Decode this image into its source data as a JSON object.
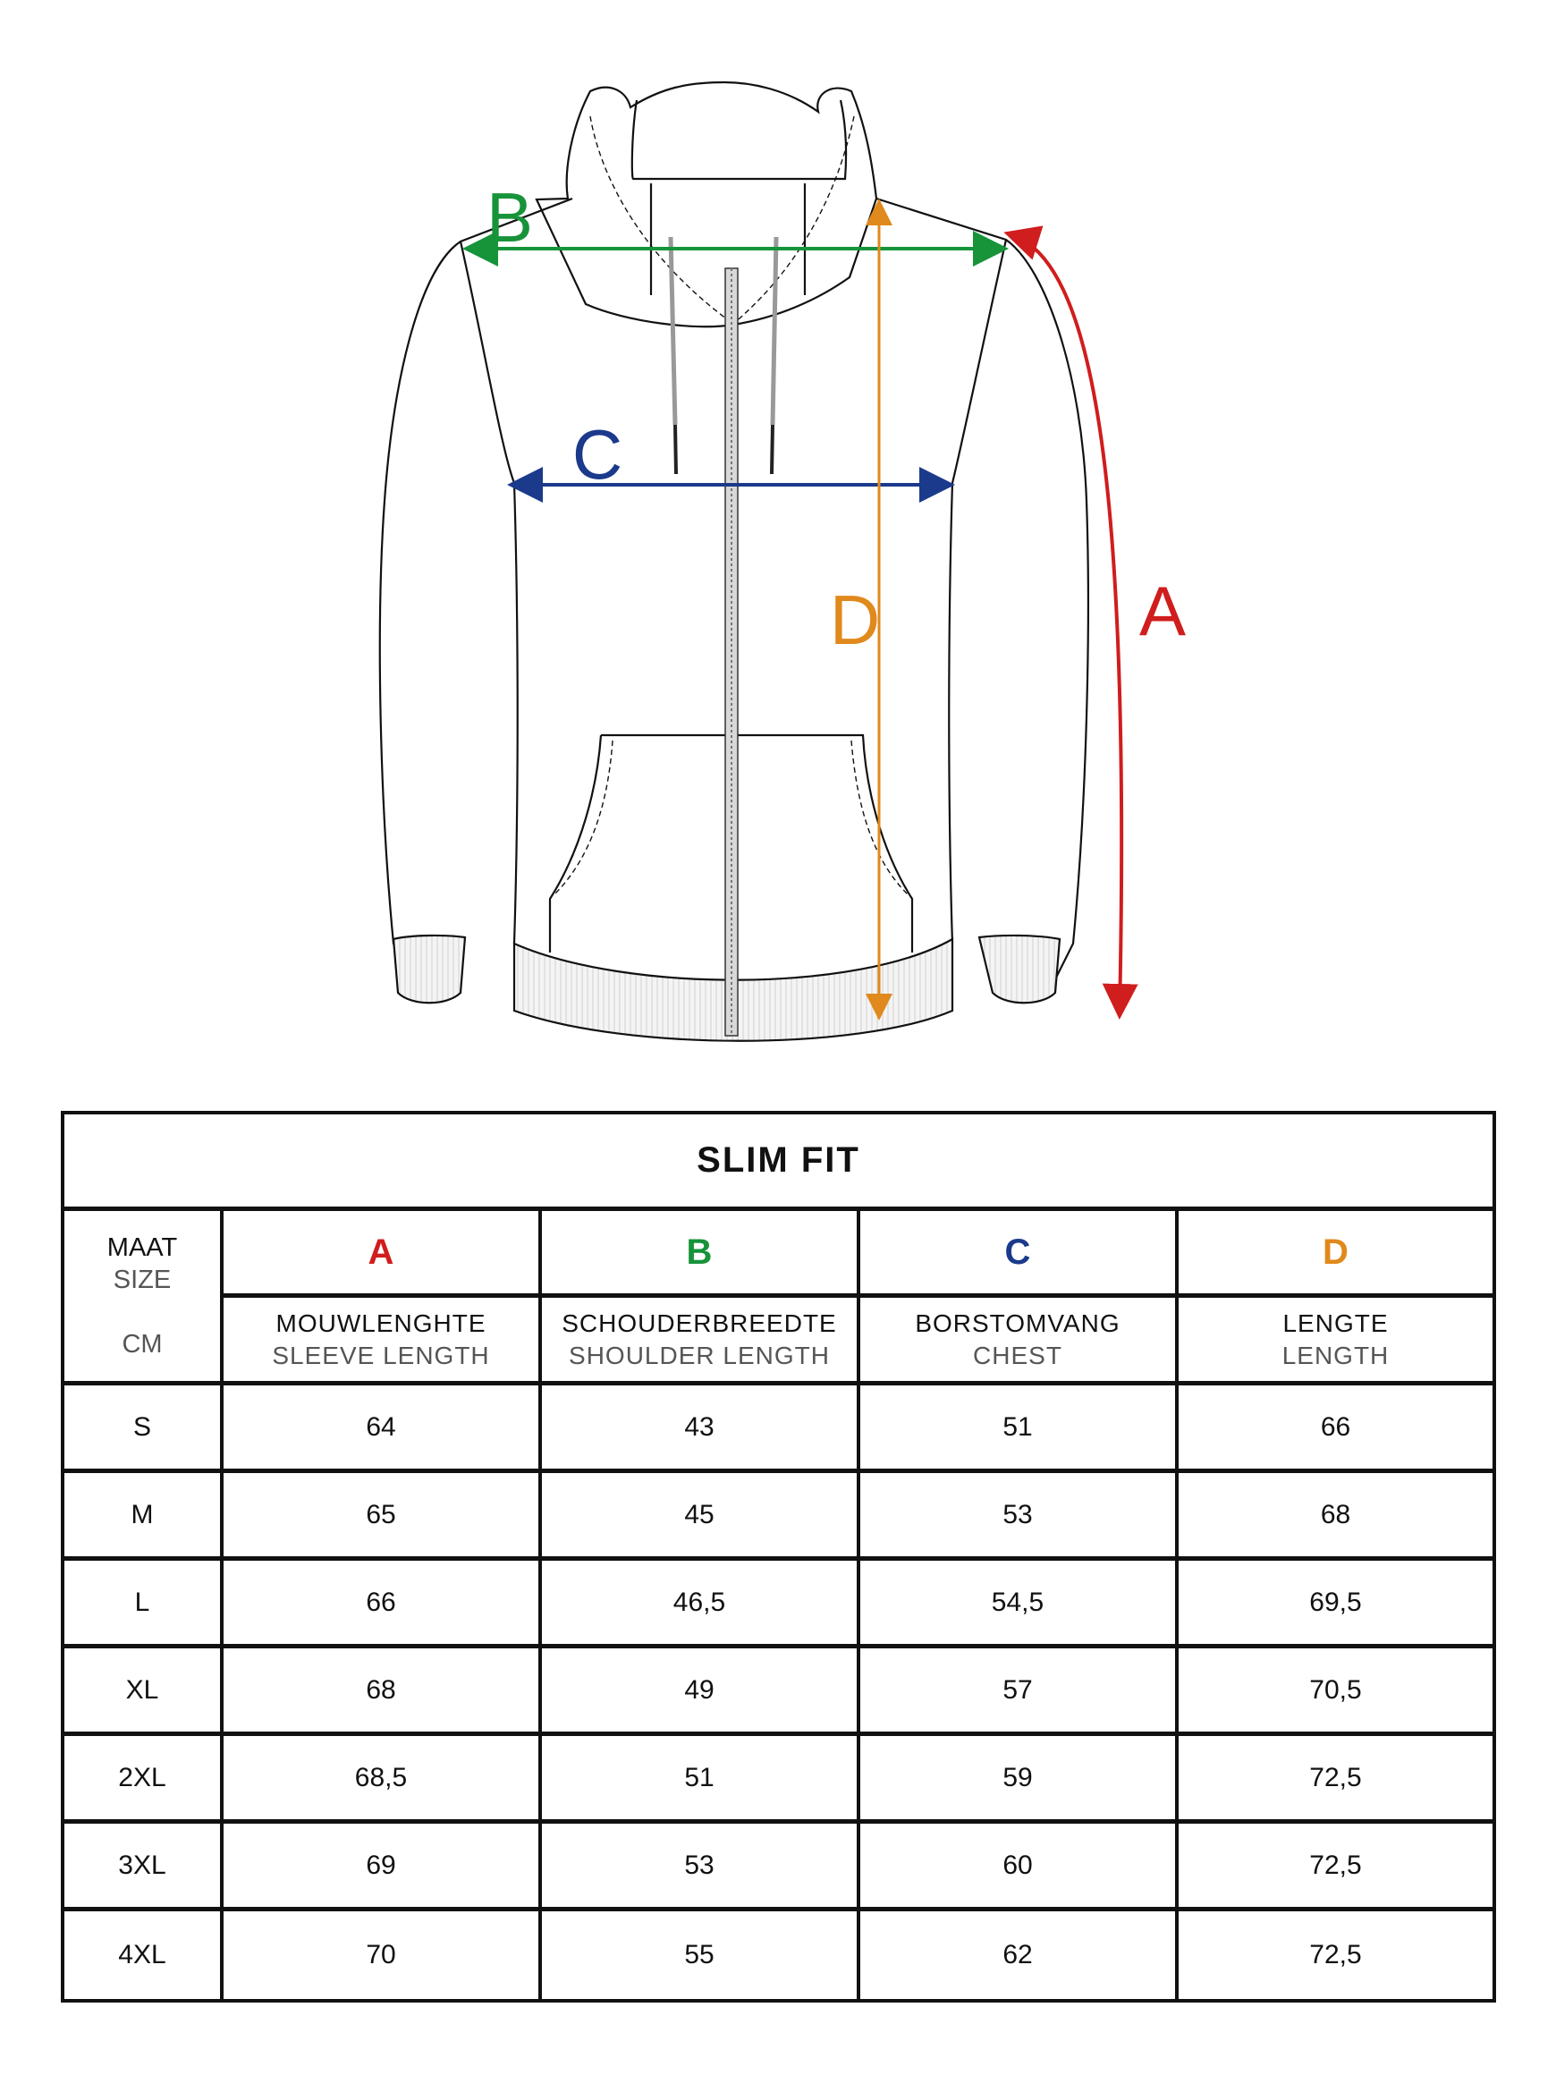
{
  "diagram": {
    "subject": "zip-up hoodie flat sketch",
    "measurements": [
      {
        "letter": "A",
        "meaning": "sleeve length",
        "color": "#d01d1d"
      },
      {
        "letter": "B",
        "meaning": "shoulder width",
        "color": "#17933a"
      },
      {
        "letter": "C",
        "meaning": "chest",
        "color": "#1b3a8c"
      },
      {
        "letter": "D",
        "meaning": "length",
        "color": "#e0891c"
      }
    ]
  },
  "table": {
    "title": "SLIM FIT",
    "size_header": {
      "line1": "MAAT",
      "line2": "SIZE",
      "unit": "CM"
    },
    "columns": [
      {
        "letter": "A",
        "color": "#d01d1d",
        "nl": "MOUWLENGHTE",
        "en": "SLEEVE LENGTH"
      },
      {
        "letter": "B",
        "color": "#17933a",
        "nl": "SCHOUDERBREEDTE",
        "en": "SHOULDER LENGTH"
      },
      {
        "letter": "C",
        "color": "#1b3a8c",
        "nl": "BORSTOMVANG",
        "en": "CHEST"
      },
      {
        "letter": "D",
        "color": "#e0891c",
        "nl": "LENGTE",
        "en": "LENGTH"
      }
    ],
    "rows": [
      {
        "size": "S",
        "a": "64",
        "b": "43",
        "c": "51",
        "d": "66"
      },
      {
        "size": "M",
        "a": "65",
        "b": "45",
        "c": "53",
        "d": "68"
      },
      {
        "size": "L",
        "a": "66",
        "b": "46,5",
        "c": "54,5",
        "d": "69,5"
      },
      {
        "size": "XL",
        "a": "68",
        "b": "49",
        "c": "57",
        "d": "70,5"
      },
      {
        "size": "2XL",
        "a": "68,5",
        "b": "51",
        "c": "59",
        "d": "72,5"
      },
      {
        "size": "3XL",
        "a": "69",
        "b": "53",
        "c": "60",
        "d": "72,5"
      },
      {
        "size": "4XL",
        "a": "70",
        "b": "55",
        "c": "62",
        "d": "72,5"
      }
    ]
  },
  "chart_data": {
    "type": "table",
    "title": "SLIM FIT",
    "unit": "cm",
    "categories": [
      "S",
      "M",
      "L",
      "XL",
      "2XL",
      "3XL",
      "4XL"
    ],
    "series": [
      {
        "name": "A - Sleeve length (Mouwlenghte)",
        "values": [
          64,
          65,
          66,
          68,
          68.5,
          69,
          70
        ]
      },
      {
        "name": "B - Shoulder length (Schouderbreedte)",
        "values": [
          43,
          45,
          46.5,
          49,
          51,
          53,
          55
        ]
      },
      {
        "name": "C - Chest (Borstomvang)",
        "values": [
          51,
          53,
          54.5,
          57,
          59,
          60,
          62
        ]
      },
      {
        "name": "D - Length (Lengte)",
        "values": [
          66,
          68,
          69.5,
          70.5,
          72.5,
          72.5,
          72.5
        ]
      }
    ]
  }
}
